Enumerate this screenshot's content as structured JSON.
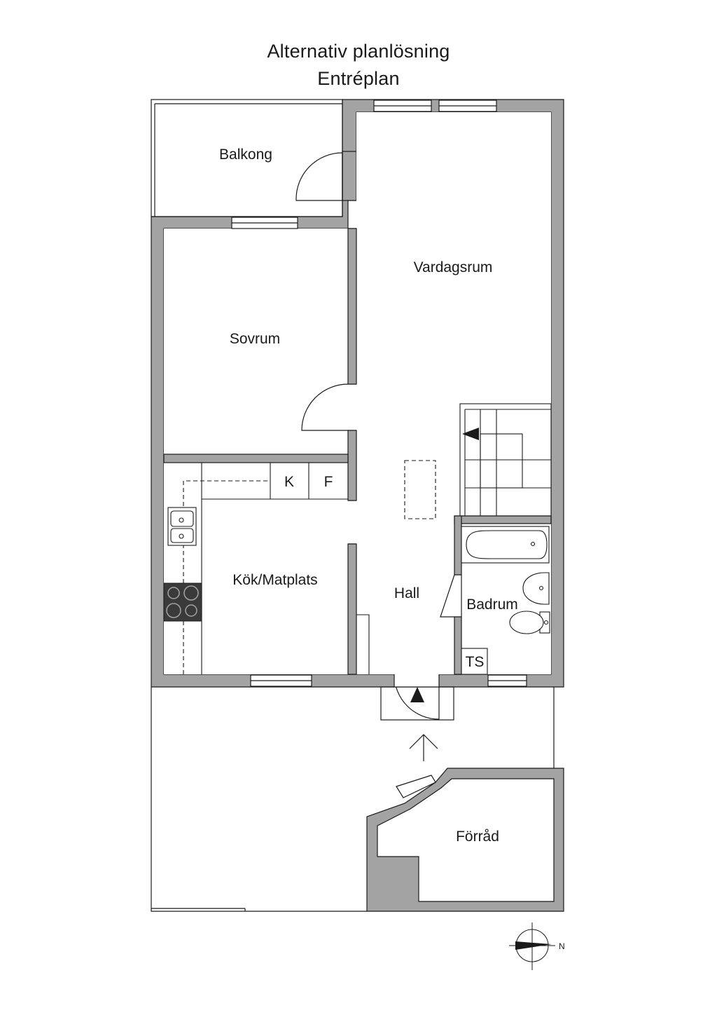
{
  "title": {
    "line1": "Alternativ planlösning",
    "line2": "Entréplan"
  },
  "rooms": {
    "balkong": "Balkong",
    "vardagsrum": "Vardagsrum",
    "sovrum": "Sovrum",
    "kok": "Kök/Matplats",
    "hall": "Hall",
    "badrum": "Badrum",
    "forrad": "Förråd"
  },
  "fixtures": {
    "kyl": "K",
    "frys": "F",
    "torkskap": "TS"
  },
  "compass": {
    "north": "N"
  },
  "colors": {
    "wall": "#a3a3a3",
    "line": "#1a1a1a",
    "stove": "#3a3a3a"
  }
}
